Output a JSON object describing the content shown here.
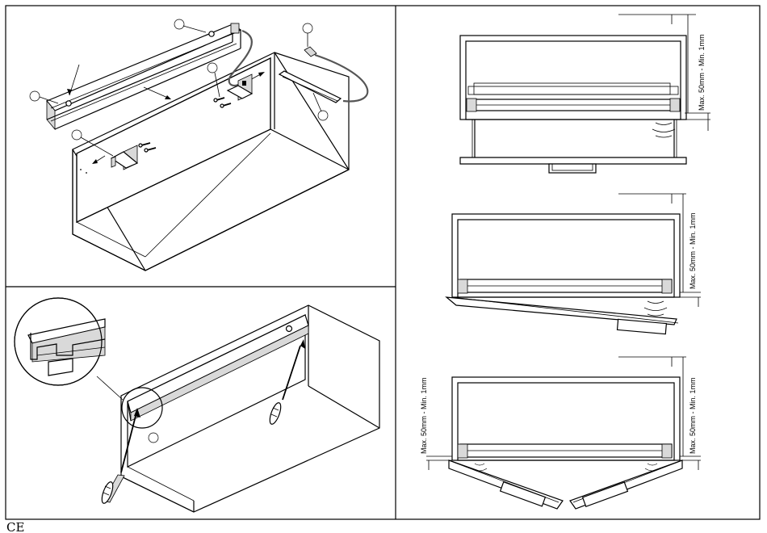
{
  "dimensions": {
    "top_right": "Max. 50mm - Min. 1mm",
    "middle_right": "Max. 50mm - Min. 1mm",
    "bottom_left": "Max. 50mm - Min. 1mm",
    "bottom_right": "Max. 50mm - Min. 1mm"
  },
  "mark": "CE"
}
